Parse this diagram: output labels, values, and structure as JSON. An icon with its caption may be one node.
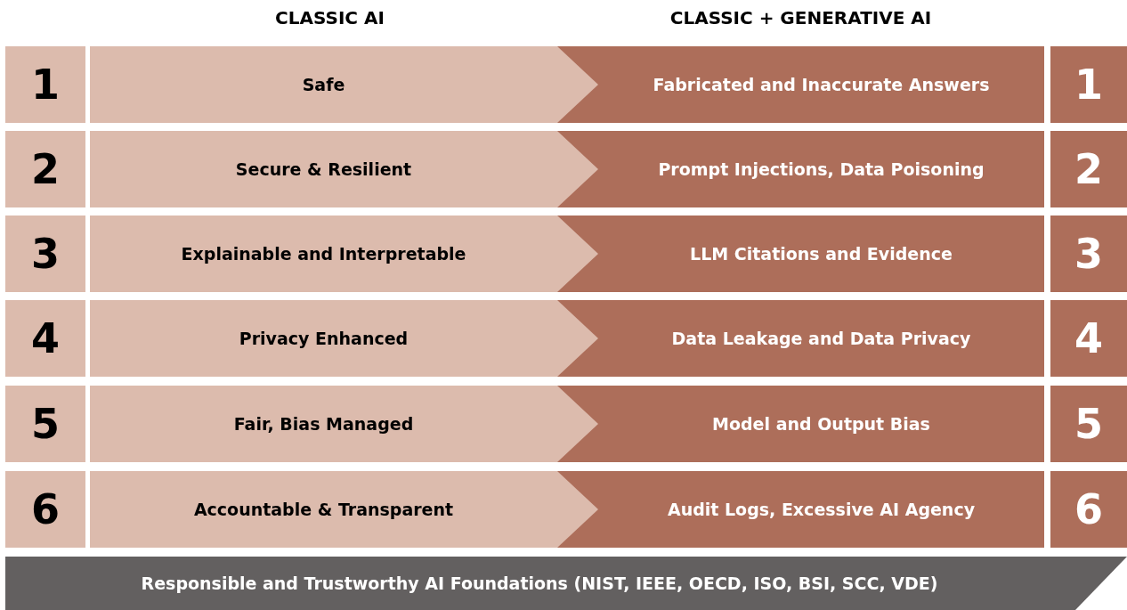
{
  "diagram": {
    "nodes": [
      {
        "text": [
          "1"
        ]
      },
      {
        "text": [
          "Safe"
        ]
      },
      {
        "text": [
          "Fabricated and Inaccurate Answers"
        ]
      },
      {
        "text": [
          "1"
        ]
      },
      {
        "text": [
          "2"
        ]
      },
      {
        "text": [
          "Secure & Resilient"
        ]
      },
      {
        "text": [
          "Prompt Injections, Data Poisoning"
        ]
      },
      {
        "text": [
          "2"
        ]
      },
      {
        "text": [
          "3"
        ]
      },
      {
        "text": [
          "Explainable and Interpretable"
        ]
      },
      {
        "text": [
          "LLM Citations and Evidence"
        ]
      },
      {
        "text": [
          "3"
        ]
      },
      {
        "text": [
          "4"
        ]
      },
      {
        "text": [
          "Privacy Enhanced"
        ]
      },
      {
        "text": [
          "Data Leakage and Data Privacy"
        ]
      },
      {
        "text": [
          "4"
        ]
      },
      {
        "text": [
          "5"
        ]
      },
      {
        "text": [
          "Fair, Bias Managed"
        ]
      },
      {
        "text": [
          "Model and Output Bias"
        ]
      },
      {
        "text": [
          "5"
        ]
      },
      {
        "text": [
          "6"
        ]
      },
      {
        "text": [
          "Accountable & Transparent"
        ]
      },
      {
        "text": [
          "Audit Logs, Excessive AI Agency"
        ]
      },
      {
        "text": [
          "6"
        ]
      },
      {
        "text": [
          "Responsible and Trustworthy AI Foundations (NIST, IEEE, OECD, ISO, BSI, SCC, VDE)"
        ]
      }
    ],
    "labels": [
      "CLASSIC AI",
      "CLASSIC + GENERATIVE AI"
    ]
  }
}
